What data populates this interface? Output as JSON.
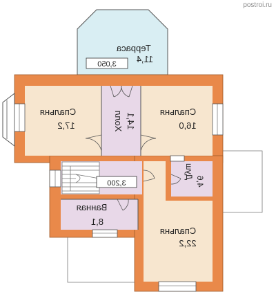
{
  "watermark": "postroi.ru",
  "colors": {
    "wall": "#E9894A",
    "wall_edge": "#9C5A2A",
    "room_fill": "#F7E6CF",
    "hall_fill": "#E8D8E8",
    "terrace_fill": "#D9EEF3",
    "line": "#555555"
  },
  "rooms": {
    "terrace": {
      "name": "Терраса",
      "area": "11,4"
    },
    "bedroom_left": {
      "name": "Спальня",
      "area": "17,2"
    },
    "hall": {
      "name": "Холл",
      "area": "14,1"
    },
    "bedroom_right": {
      "name": "Спальня",
      "area": "16,0"
    },
    "shower": {
      "name": "Душ",
      "area": "4,6"
    },
    "bathroom": {
      "name": "Ванная",
      "area": "8,1"
    },
    "bedroom_bottom": {
      "name": "Спальня",
      "area": "22,2"
    }
  },
  "levels": {
    "terrace": "3,050",
    "stairs": "3,200"
  }
}
